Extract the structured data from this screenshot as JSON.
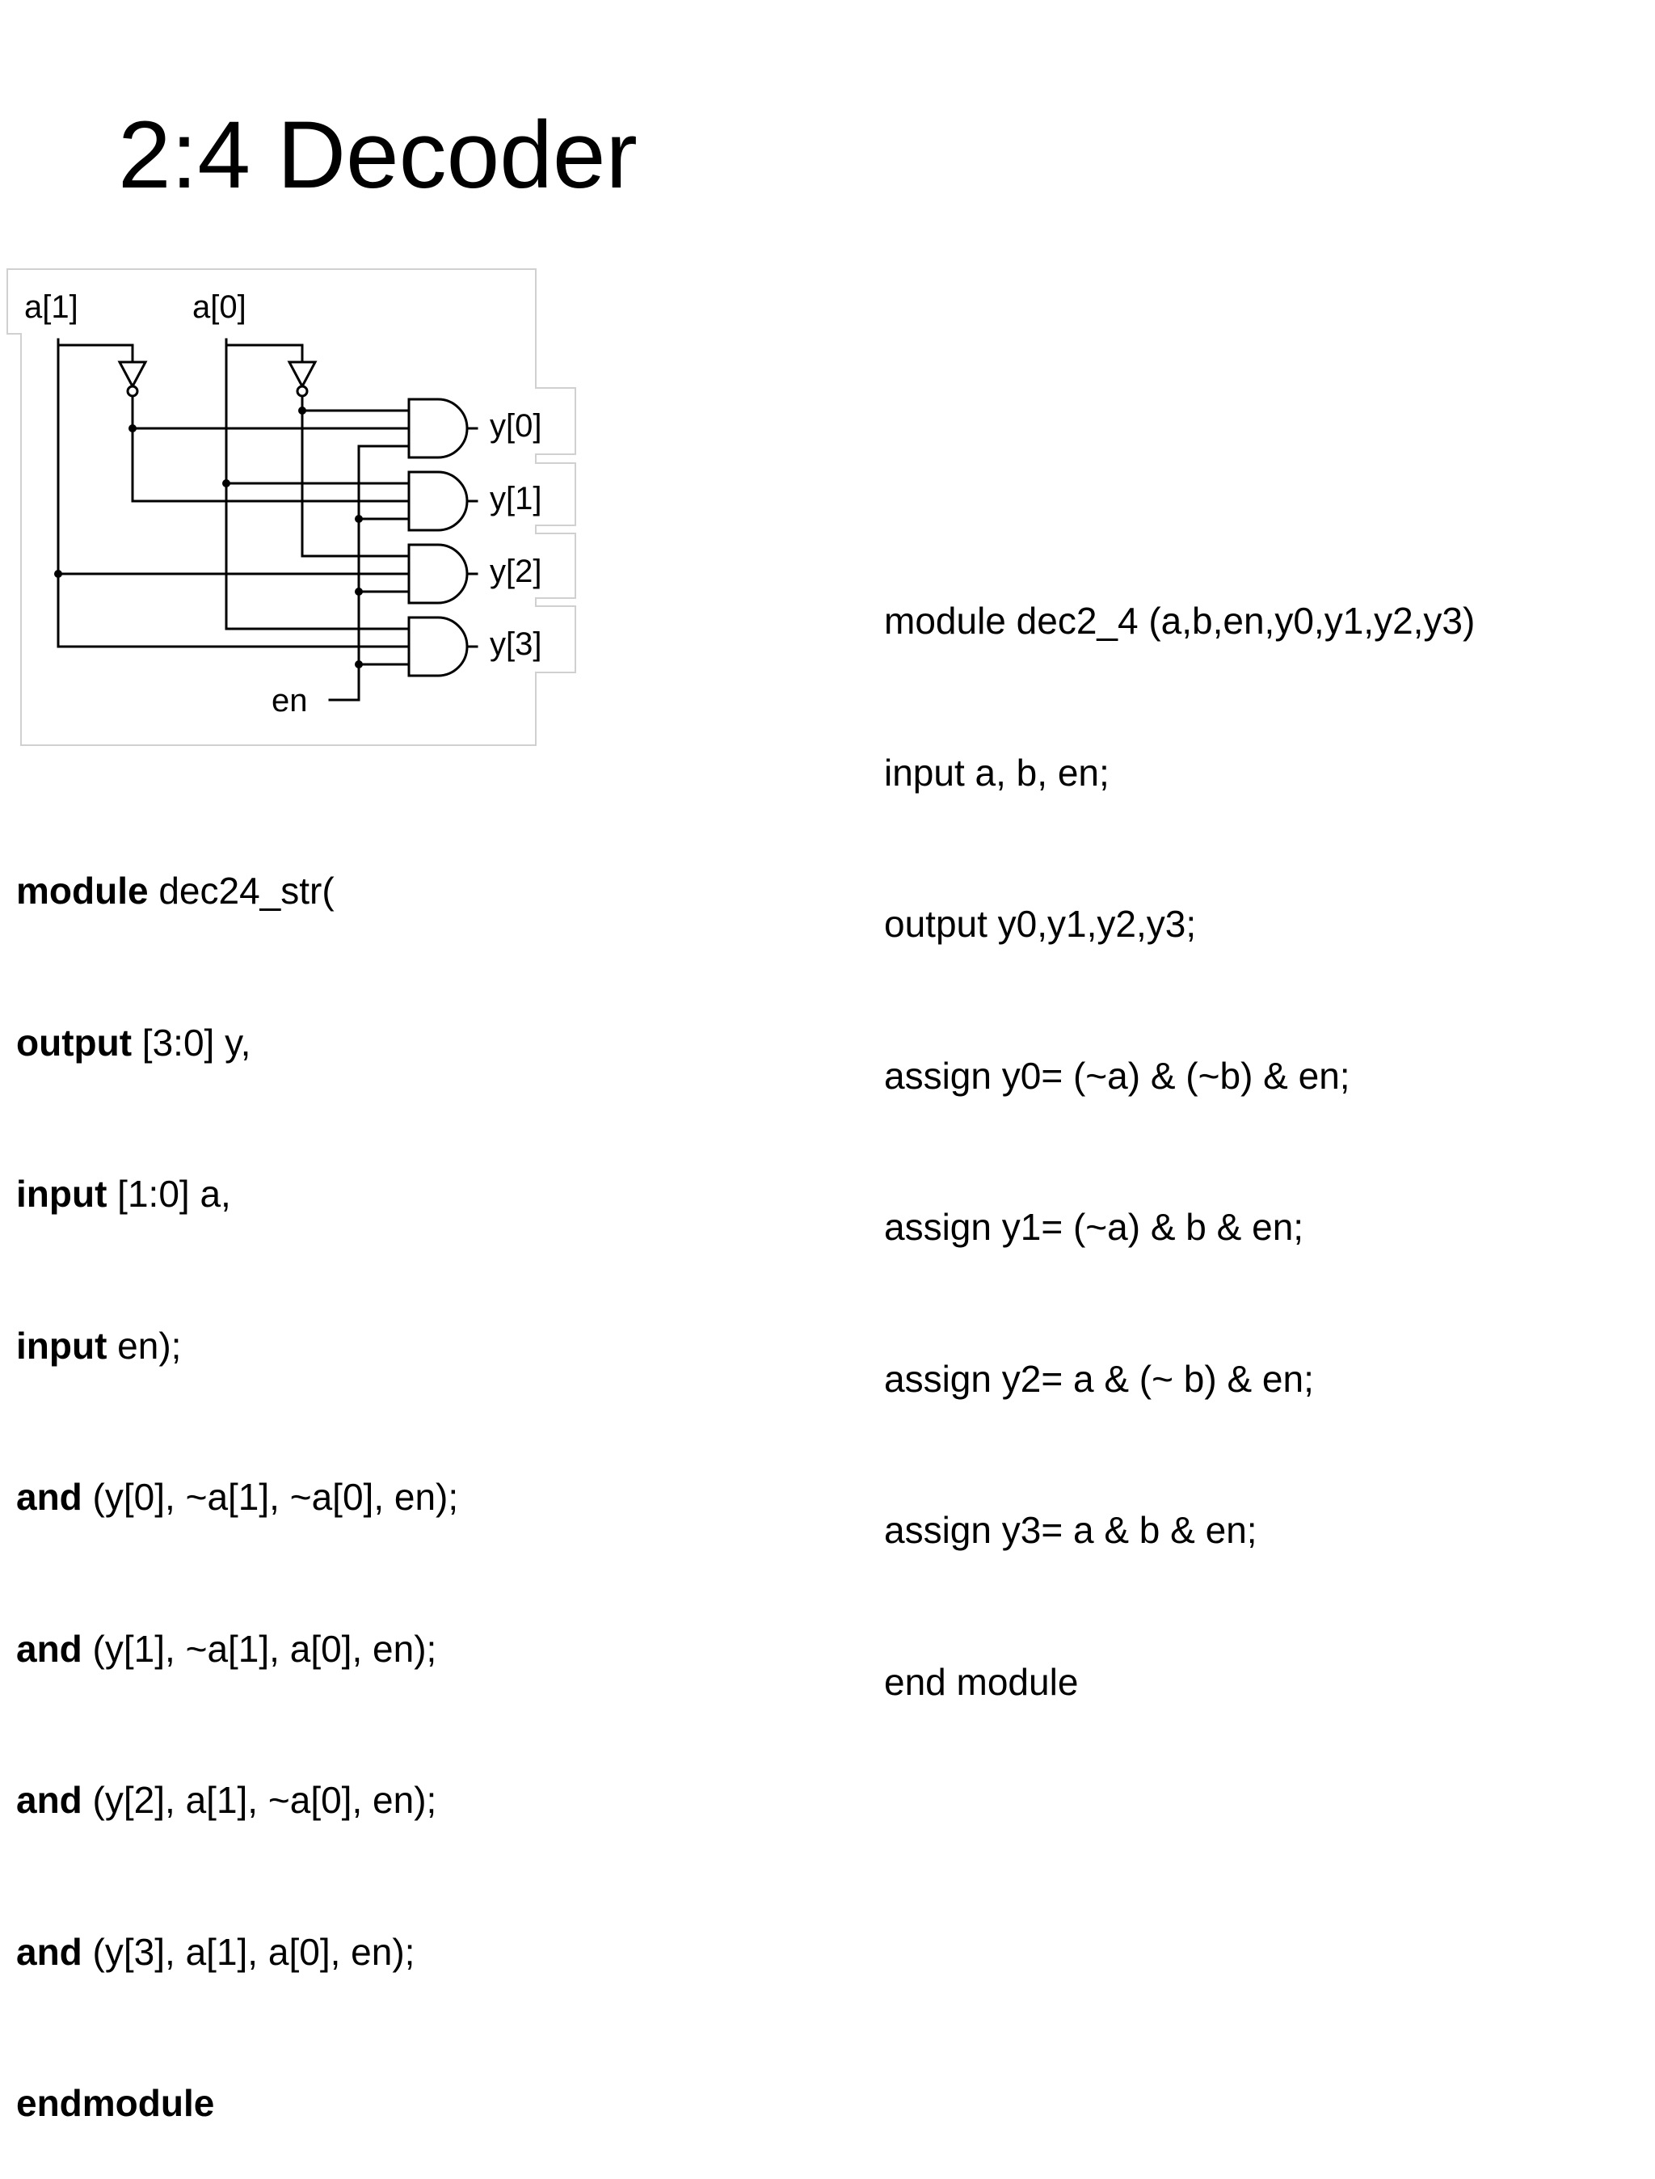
{
  "slide": {
    "title": "2:4 Decoder"
  },
  "circuit": {
    "inputs": [
      "a[1]",
      "a[0]"
    ],
    "enable": "en",
    "outputs": [
      "y[0]",
      "y[1]",
      "y[2]",
      "y[3]"
    ],
    "gates": [
      {
        "type": "NOT",
        "input": "a[1]"
      },
      {
        "type": "NOT",
        "input": "a[0]"
      },
      {
        "type": "AND",
        "inputs": [
          "~a[1]",
          "~a[0]",
          "en"
        ],
        "output": "y[0]"
      },
      {
        "type": "AND",
        "inputs": [
          "~a[1]",
          "a[0]",
          "en"
        ],
        "output": "y[1]"
      },
      {
        "type": "AND",
        "inputs": [
          "a[1]",
          "~a[0]",
          "en"
        ],
        "output": "y[2]"
      },
      {
        "type": "AND",
        "inputs": [
          "a[1]",
          "a[0]",
          "en"
        ],
        "output": "y[3]"
      }
    ]
  },
  "structural_code": {
    "lines": [
      {
        "kw": "module",
        "rest": " dec24_str("
      },
      {
        "kw": "output",
        "rest": " [3:0] y,"
      },
      {
        "kw": "input",
        "rest": " [1:0] a,"
      },
      {
        "kw": "input",
        "rest": " en);"
      },
      {
        "kw": "and",
        "rest": " (y[0], ~a[1], ~a[0], en);"
      },
      {
        "kw": "and",
        "rest": " (y[1], ~a[1], a[0], en);"
      },
      {
        "kw": "and",
        "rest": " (y[2], a[1], ~a[0], en);"
      },
      {
        "kw": "and",
        "rest": " (y[3], a[1], a[0], en);"
      },
      {
        "kw": "endmodule",
        "rest": ""
      }
    ]
  },
  "dataflow_code": {
    "lines": [
      "module dec2_4 (a,b,en,y0,y1,y2,y3)",
      "input a, b, en;",
      "output y0,y1,y2,y3;",
      "assign y0= (~a) & (~b) & en;",
      "assign y1= (~a) & b & en;",
      "assign y2= a & (~ b) & en;",
      "assign y3= a & b & en;",
      "end module"
    ]
  }
}
